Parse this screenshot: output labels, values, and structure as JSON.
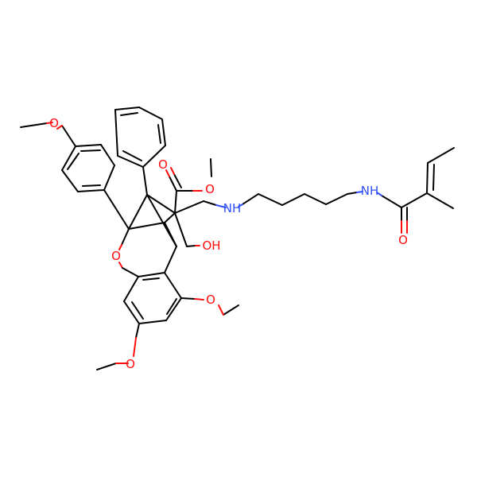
{
  "colors": {
    "background": "#ffffff",
    "carbon_bond": "#000000",
    "oxygen": "#ff0d0d",
    "nitrogen": "#3050f8"
  },
  "atoms": {
    "o_methoxy_top": "O",
    "o_ring": "O",
    "o_ester_carbonyl": "O",
    "o_ester_single": "O",
    "oh": "OH",
    "nh_first": "NH",
    "nh_second": "NH",
    "o_amide_crotyl": "O",
    "o_methoxy_right": "O",
    "o_methoxy_bottom": "O"
  }
}
